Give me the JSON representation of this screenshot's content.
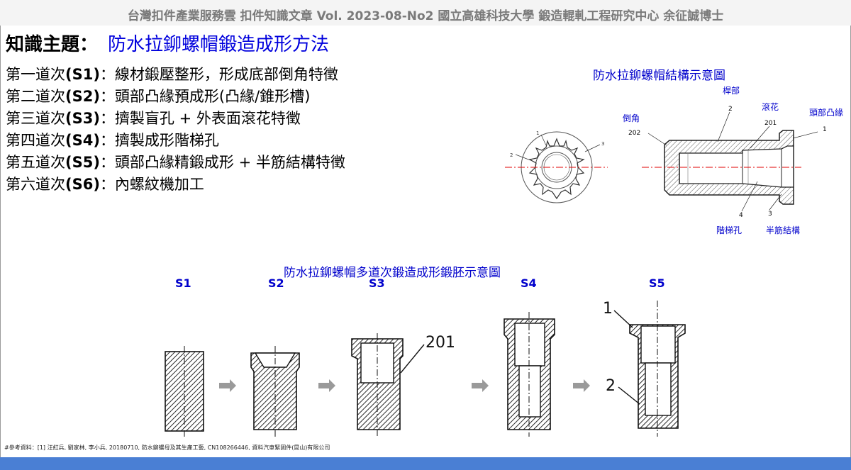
{
  "header": "台灣扣件產業服務雲  扣件知識文章  Vol. 2023-08-No2  國立高雄科技大學  鍛造輥軋工程研究中心  余征誠博士",
  "topic": {
    "label": "知識主題：",
    "title": "防水拉鉚螺帽鍛造成形方法"
  },
  "steps": [
    {
      "prefix": "第一道次",
      "code": "(S1)",
      "desc": "：線材鍛壓整形，形成底部倒角特徵"
    },
    {
      "prefix": "第二道次",
      "code": "(S2)",
      "desc": "：頭部凸緣預成形(凸緣/錐形槽)"
    },
    {
      "prefix": "第三道次",
      "code": "(S3)",
      "desc": "：擠製盲孔 + 外表面滾花特徵"
    },
    {
      "prefix": "第四道次",
      "code": "(S4)",
      "desc": "：擠製成形階梯孔"
    },
    {
      "prefix": "第五道次",
      "code": "(S5)",
      "desc": "：頭部凸緣精鍛成形 + 半筋結構特徵"
    },
    {
      "prefix": "第六道次",
      "code": "(S6)",
      "desc": "：內螺紋機加工"
    }
  ],
  "structure_figure": {
    "title": "防水拉鉚螺帽結構示意圖",
    "labels": {
      "rod": "桿部",
      "rod_num": "2",
      "knurl": "滾花",
      "knurl_num": "201",
      "flange": "頭部凸緣",
      "flange_num": "1",
      "chamfer": "倒角",
      "chamfer_num": "202",
      "step_hole_num": "4",
      "step_hole": "階梯孔",
      "half_rib_num": "3",
      "half_rib": "半筋結構",
      "end_label_1": "1",
      "end_label_2": "2",
      "end_label_3": "3"
    }
  },
  "forging_figure": {
    "title": "防水拉鉚螺帽多道次鍛造成形鍛胚示意圖",
    "stages": [
      "S1",
      "S2",
      "S3",
      "S4",
      "S5"
    ],
    "labels": {
      "s3_knurl": "201",
      "s5_flange": "1",
      "s5_rod": "2"
    }
  },
  "reference": "#參考資料：[1] 汪紅兵, 劉家林, 李小兵, 20180710, 防水鉚螺母及其生產工藝, CN108266446, 資料汽車緊固件(昆山)有限公司"
}
